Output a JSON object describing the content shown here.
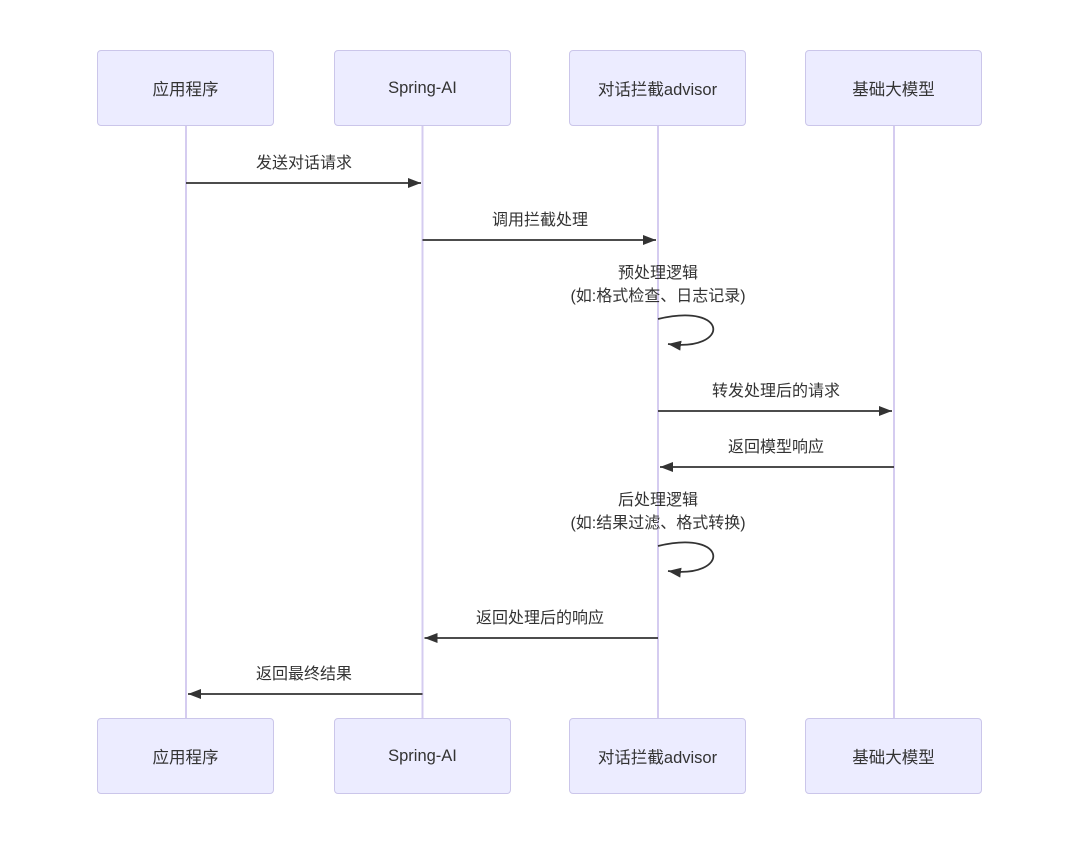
{
  "diagram": {
    "type": "sequence-diagram",
    "participants": [
      {
        "label": "应用程序"
      },
      {
        "label": "Spring-AI"
      },
      {
        "label": "对话拦截advisor"
      },
      {
        "label": "基础大模型"
      }
    ],
    "messages": [
      {
        "from": "应用程序",
        "to": "Spring-AI",
        "label": "发送对话请求",
        "kind": "solid-arrow"
      },
      {
        "from": "Spring-AI",
        "to": "对话拦截advisor",
        "label": "调用拦截处理",
        "kind": "solid-arrow"
      },
      {
        "from": "对话拦截advisor",
        "to": "对话拦截advisor",
        "label": "预处理逻辑",
        "label2": "(如:格式检查、日志记录)",
        "kind": "self-loop"
      },
      {
        "from": "对话拦截advisor",
        "to": "基础大模型",
        "label": "转发处理后的请求",
        "kind": "solid-arrow"
      },
      {
        "from": "基础大模型",
        "to": "对话拦截advisor",
        "label": "返回模型响应",
        "kind": "solid-arrow"
      },
      {
        "from": "对话拦截advisor",
        "to": "对话拦截advisor",
        "label": "后处理逻辑",
        "label2": "(如:结果过滤、格式转换)",
        "kind": "self-loop"
      },
      {
        "from": "对话拦截advisor",
        "to": "Spring-AI",
        "label": "返回处理后的响应",
        "kind": "solid-arrow"
      },
      {
        "from": "Spring-AI",
        "to": "应用程序",
        "label": "返回最终结果",
        "kind": "solid-arrow"
      }
    ],
    "colors": {
      "actor_fill": "#ECECFF",
      "actor_border": "#CBC6EA",
      "lifeline": "#D5CCF0",
      "arrow": "#333333",
      "text": "#333333",
      "background": "#FFFFFF"
    }
  }
}
